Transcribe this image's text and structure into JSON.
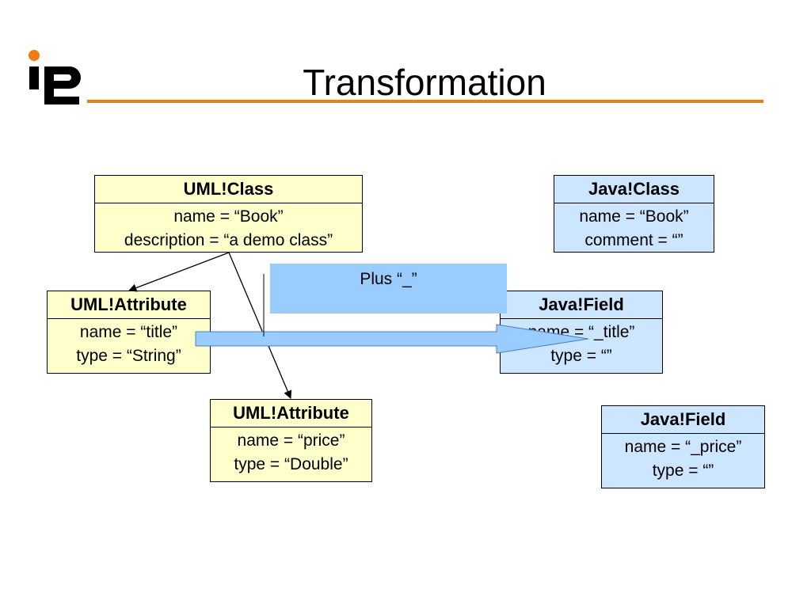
{
  "slide": {
    "title": "Transformation"
  },
  "logo": {
    "text": "iLP2",
    "accent_color": "#ef7c16"
  },
  "nodes": {
    "uml_class": {
      "header": "UML!Class",
      "line1": "name = “Book”",
      "line2": "description = “a demo class”"
    },
    "uml_attr_title": {
      "header": "UML!Attribute",
      "line1": "name = “title”",
      "line2": "type = “String”"
    },
    "uml_attr_price": {
      "header": "UML!Attribute",
      "line1": "name = “price”",
      "line2": "type = “Double”"
    },
    "java_class": {
      "header": "Java!Class",
      "line1": "name = “Book”",
      "line2": "comment = “”"
    },
    "java_field_title": {
      "header": "Java!Field",
      "line1": "name = “_title”",
      "line2": "type = “”"
    },
    "java_field_price": {
      "header": "Java!Field",
      "line1": "name = “_price”",
      "line2": "type = “”"
    }
  },
  "transformation_note": {
    "text": "Plus “_”"
  },
  "colors": {
    "uml_fill": "#ffffcc",
    "java_fill": "#cce6ff",
    "note_fill": "#99ccff",
    "arrow_fill": "#99ccff",
    "title_rule": "#ef7c16"
  }
}
